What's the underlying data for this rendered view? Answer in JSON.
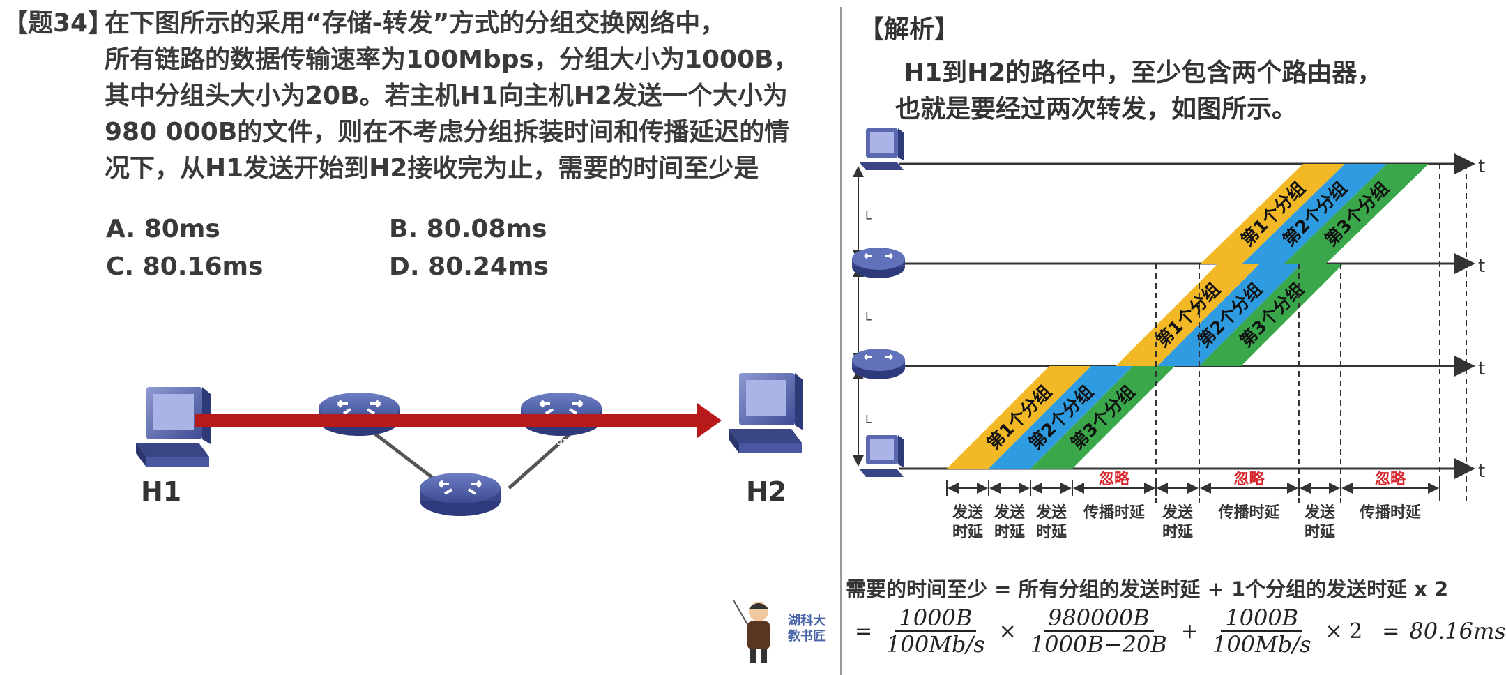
{
  "question": {
    "tag": "【题34】",
    "lines": [
      "在下图所示的采用“存储-转发”方式的分组交换网络中，",
      "所有链路的数据传输速率为100Mbps，分组大小为1000B，",
      "其中分组头大小为20B。若主机H1向主机H2发送一个大小为",
      "980 000B的文件，则在不考虑分组拆装时间和传播延迟的情",
      "况下，从H1发送开始到H2接收完为止，需要的时间至少是"
    ],
    "options": {
      "A": "A. 80ms",
      "B": "B. 80.08ms",
      "C": "C. 80.16ms",
      "D": "D. 80.24ms"
    }
  },
  "network": {
    "h1_label": "H1",
    "h2_label": "H2",
    "router_label": "ROUTER"
  },
  "analysis": {
    "heading": "【解析】",
    "line1": "H1到H2的路径中，至少包含两个路由器，",
    "line2": "也就是要经过两次转发，如图所示。"
  },
  "timeline": {
    "axis_label": "t",
    "link_label": "L",
    "packets": [
      "第1个分组",
      "第2个分组",
      "第3个分组"
    ],
    "packet_colors": [
      "#f2b826",
      "#2f9be0",
      "#3aa84a"
    ],
    "ignore_label": "忽略",
    "send_delay": "发送时延",
    "send_delay_lines": [
      "发送",
      "时延"
    ],
    "prop_delay": "传播时延"
  },
  "formula": {
    "line1": "需要的时间至少 = 所有分组的发送时延 + 1个分组的发送时延 x 2",
    "eq": "=",
    "f1_num": "1000B",
    "f1_den": "100Mb/s",
    "times": "×",
    "f2_num": "980000B",
    "f2_den": "1000B−20B",
    "plus": "+",
    "f3_num": "1000B",
    "f3_den": "100Mb/s",
    "x2": "× 2",
    "eq2": "=",
    "result": "80.16ms"
  },
  "teacher": {
    "line1": "湖科大",
    "line2": "教书匠"
  }
}
